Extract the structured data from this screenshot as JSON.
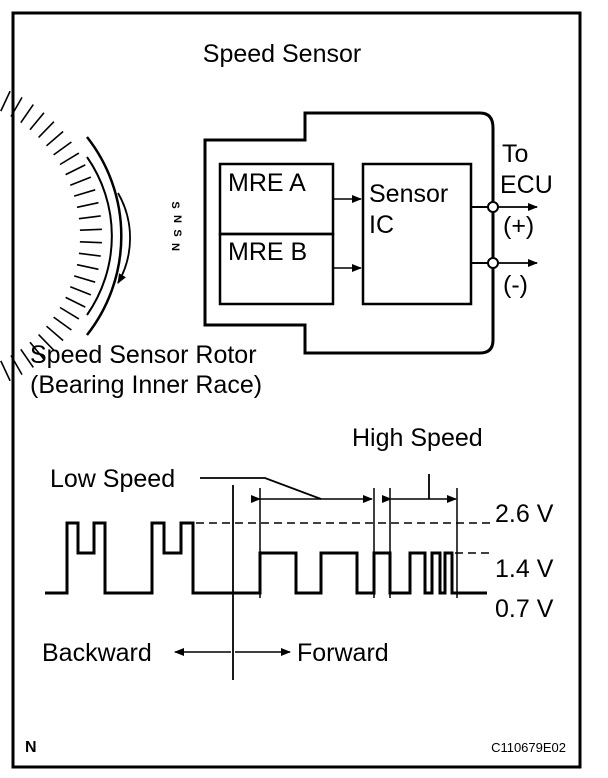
{
  "title": "Speed Sensor",
  "sensor": {
    "mre_a": "MRE A",
    "mre_b": "MRE B",
    "ic_line1": "Sensor",
    "ic_line2": "IC",
    "to_label": "To",
    "ecu_label": "ECU",
    "plus_label": "(+)",
    "minus_label": "(-)"
  },
  "rotor": {
    "label_line1": "Speed Sensor Rotor",
    "label_line2": "(Bearing Inner Race)",
    "poles": [
      "S",
      "N",
      "S",
      "N"
    ]
  },
  "waveform": {
    "low_speed": "Low Speed",
    "high_speed": "High Speed",
    "v_high": "2.6 V",
    "v_mid": "1.4 V",
    "v_low": "0.7 V",
    "backward": "Backward",
    "forward": "Forward"
  },
  "footer": {
    "corner_mark": "N",
    "figure_id": "C110679E02"
  }
}
